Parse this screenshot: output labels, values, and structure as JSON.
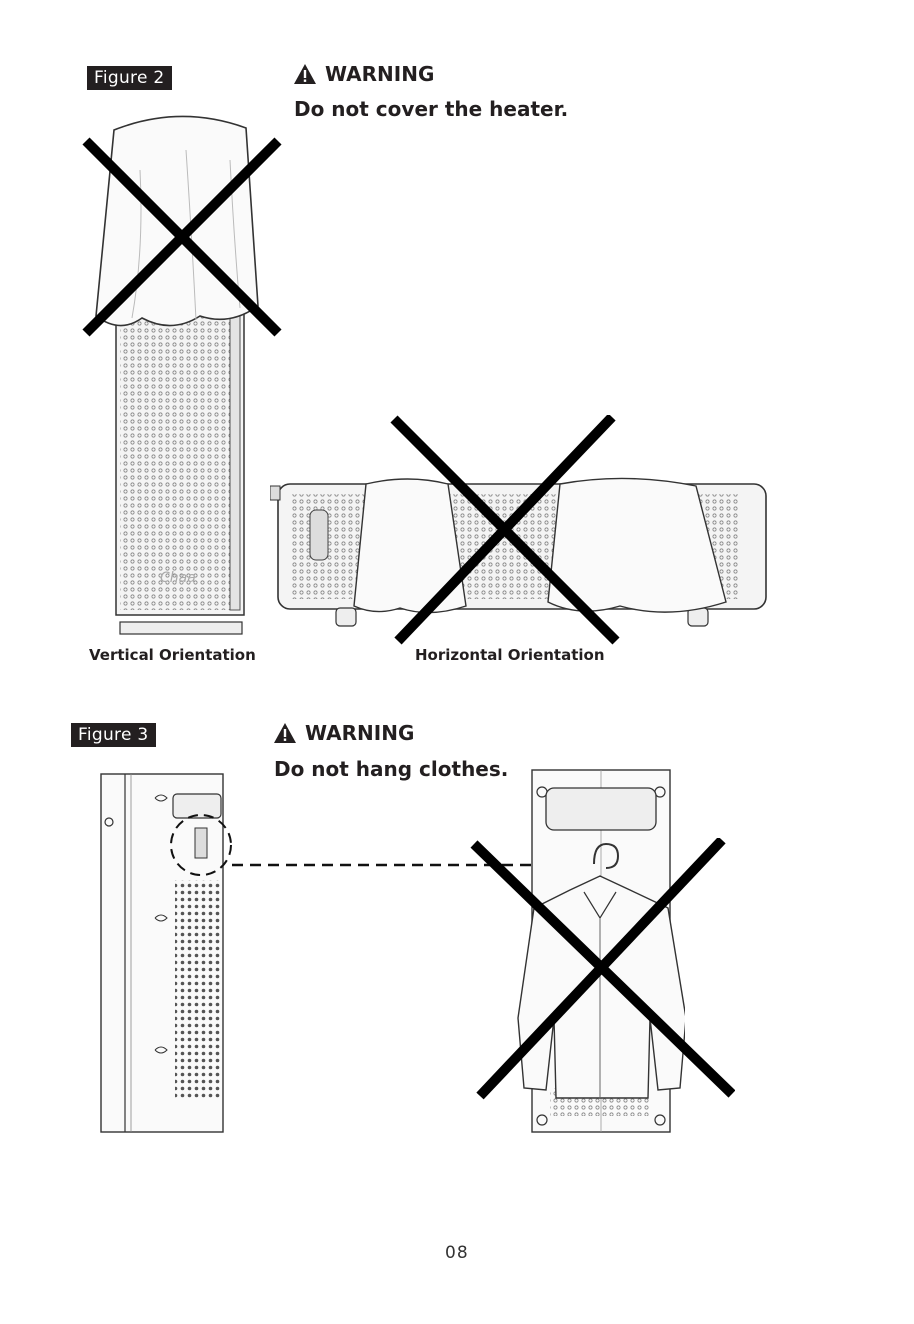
{
  "figure2": {
    "label": "Figure 2",
    "warning": "WARNING",
    "message": "Do not cover the heater.",
    "caption_vertical": "Vertical Orientation",
    "caption_horizontal": "Horizontal Orientation"
  },
  "figure3": {
    "label": "Figure 3",
    "warning": "WARNING",
    "message": "Do not hang clothes."
  },
  "page_number": "08",
  "icons": {
    "warning": "warning-triangle-icon",
    "prohibit": "x-cross-icon"
  }
}
